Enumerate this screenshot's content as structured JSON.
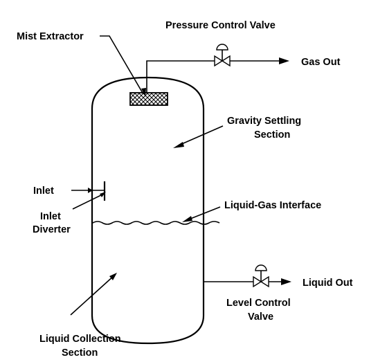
{
  "labels": {
    "mist_extractor": "Mist Extractor",
    "pressure_control_valve": "Pressure Control Valve",
    "gas_out": "Gas Out",
    "gravity_settling_1": "Gravity Settling",
    "gravity_settling_2": "Section",
    "inlet": "Inlet",
    "inlet_diverter_1": "Inlet",
    "inlet_diverter_2": "Diverter",
    "liquid_gas_interface": "Liquid-Gas Interface",
    "liquid_out": "Liquid Out",
    "level_control_valve_1": "Level Control",
    "level_control_valve_2": "Valve",
    "liquid_collection_1": "Liquid Collection",
    "liquid_collection_2": "Section"
  }
}
